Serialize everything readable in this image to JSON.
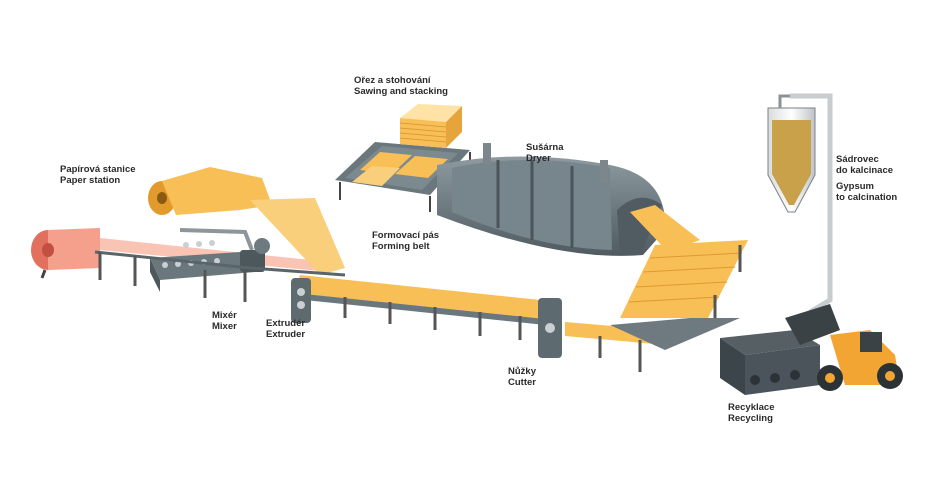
{
  "labels": {
    "paper_station": {
      "cz": "Papírová stanice",
      "en": "Paper station"
    },
    "mixer": {
      "cz": "Mixér",
      "en": "Mixer"
    },
    "extruder": {
      "cz": "Extrudér",
      "en": "Extruder"
    },
    "forming_belt": {
      "cz": "Formovací pás",
      "en": "Forming belt"
    },
    "sawing": {
      "cz": "Ořez a stohování",
      "en": "Sawing and stacking"
    },
    "dryer": {
      "cz": "Sušárna",
      "en": "Dryer"
    },
    "cutter": {
      "cz": "Nůžky",
      "en": "Cutter"
    },
    "recycling": {
      "cz": "Recyklace",
      "en": "Recycling"
    },
    "gypsum": {
      "cz": "Sádrovec",
      "cz2": "do kalcinace",
      "en": "Gypsum",
      "en2": "to calcination"
    }
  },
  "colors": {
    "paper_pink": "#f4a08c",
    "board_orange": "#f7bf55",
    "machine_grey": "#5d6a70",
    "dryer_grey": "#6f7d83",
    "loader_orange": "#f2a533"
  }
}
